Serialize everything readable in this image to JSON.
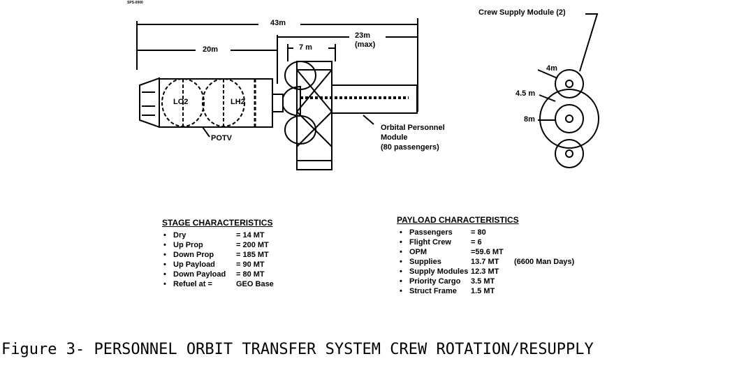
{
  "figure_id": "SPS-0000",
  "dimensions": {
    "overall": "43m",
    "stage": "20m",
    "module": "23m",
    "module_note": "(max)",
    "frame": "7 m"
  },
  "labels": {
    "tank1": "LO2",
    "tank2": "LH2",
    "potv": "POTV",
    "opm_line1": "Orbital Personnel",
    "opm_line2": "Module",
    "opm_line3": "(80 passengers)"
  },
  "end_view": {
    "title": "Crew Supply Module (2)",
    "d1": "4m",
    "d2": "4.5 m",
    "d3": "8m"
  },
  "stage": {
    "title": "STAGE CHARACTERISTICS",
    "rows": [
      {
        "label": "Dry",
        "value": "= 14 MT"
      },
      {
        "label": "Up Prop",
        "value": "= 200 MT"
      },
      {
        "label": "Down Prop",
        "value": "= 185 MT"
      },
      {
        "label": "Up Payload",
        "value": "= 90 MT"
      },
      {
        "label": "Down Payload",
        "value": "= 80 MT"
      },
      {
        "label": "Refuel at =",
        "value": "GEO Base"
      }
    ]
  },
  "payload": {
    "title": "PAYLOAD CHARACTERISTICS",
    "rows": [
      {
        "label": "Passengers",
        "value": "= 80",
        "note": ""
      },
      {
        "label": "Flight Crew",
        "value": "= 6",
        "note": ""
      },
      {
        "label": "OPM",
        "value": "=59.6 MT",
        "note": ""
      },
      {
        "label": "Supplies",
        "value": "13.7 MT",
        "note": "(6600 Man Days)"
      },
      {
        "label": "Supply Modules",
        "value": "12.3 MT",
        "note": ""
      },
      {
        "label": "Priority Cargo",
        "value": "3.5 MT",
        "note": ""
      },
      {
        "label": "Struct Frame",
        "value": "1.5 MT",
        "note": ""
      }
    ]
  },
  "caption": "Figure 3- PERSONNEL ORBIT TRANSFER SYSTEM CREW ROTATION/RESUPPLY"
}
